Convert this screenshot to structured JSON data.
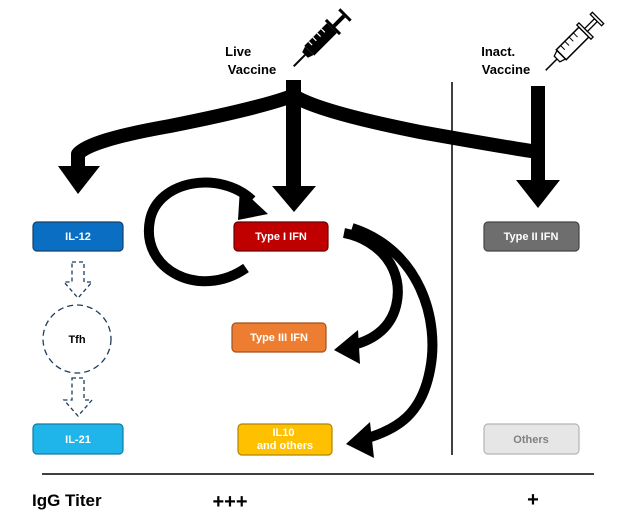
{
  "vaccines": {
    "live": [
      "Live",
      "Vaccine"
    ],
    "inactivated": [
      "Inact.",
      "Vaccine"
    ]
  },
  "icons": {
    "live_vaccine": "syringe-filled-icon",
    "inactivated_vaccine": "syringe-outline-icon"
  },
  "nodes": {
    "il12": {
      "label": "IL-12",
      "color": "#0a6fc2"
    },
    "type1_ifn": {
      "label": "Type I IFN",
      "color": "#c00000"
    },
    "type2_ifn": {
      "label": "Type II IFN",
      "color": "#6e6e6e"
    },
    "tfh": {
      "label": "Tfh"
    },
    "type3_ifn": {
      "label": "Type III IFN",
      "color": "#ed7d31"
    },
    "il21": {
      "label": "IL-21",
      "color": "#1fb4ea"
    },
    "il10": {
      "label_lines": [
        "IL10",
        "and others"
      ],
      "color": "#ffc000"
    },
    "others": {
      "label": "Others",
      "color": "#e6e6e6"
    }
  },
  "footer": {
    "label": "IgG Titer",
    "live_result": "+++",
    "inactivated_result": "+"
  }
}
